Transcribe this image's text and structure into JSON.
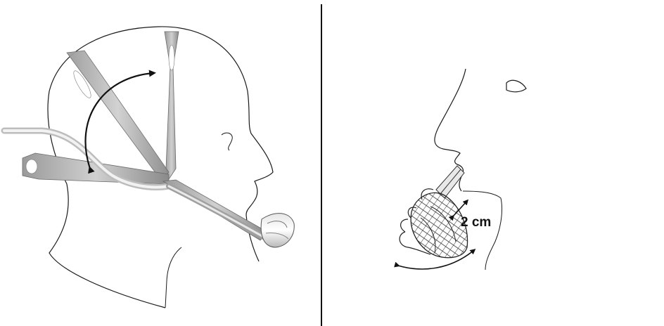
{
  "panels": [
    {
      "id": "left",
      "content": "head-with-strap-harness"
    },
    {
      "id": "right",
      "content": "chin-with-device-close-up"
    }
  ],
  "annotations": {
    "distance_label": "2 cm"
  },
  "colors": {
    "line": "#1a1a1a",
    "strap": "#8a8a8a",
    "strap_light": "#c8c8c8",
    "background": "#ffffff"
  }
}
